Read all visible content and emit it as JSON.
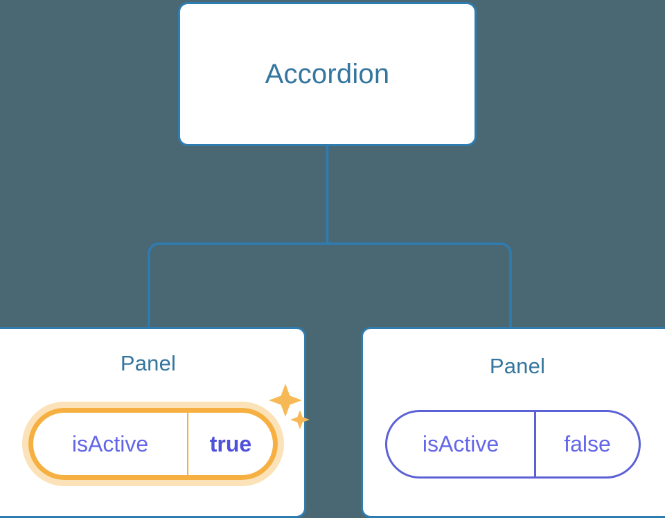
{
  "diagram": {
    "type": "component-tree",
    "background_color": "#4a6873",
    "edge_color": "#2e7cb0",
    "nodes": [
      {
        "id": "root",
        "label": "Accordion",
        "props": []
      },
      {
        "id": "panel-left",
        "label": "Panel",
        "highlighted": true,
        "props": [
          {
            "key": "isActive",
            "value": "true",
            "highlighted": true,
            "border_color": "#f5b041",
            "glow_color": "#fbe2b8",
            "key_color": "#6366e8",
            "value_color": "#4f52d8"
          }
        ]
      },
      {
        "id": "panel-right",
        "label": "Panel",
        "highlighted": false,
        "props": [
          {
            "key": "isActive",
            "value": "false",
            "highlighted": false,
            "border_color": "#5c62d6",
            "key_color": "#6366e8",
            "value_color": "#6366e8"
          }
        ]
      }
    ],
    "edges": [
      {
        "from": "root",
        "to": "panel-left"
      },
      {
        "from": "root",
        "to": "panel-right"
      }
    ],
    "decorations": [
      {
        "name": "sparkle-icon",
        "color": "#f7b955",
        "count": 2
      }
    ]
  }
}
